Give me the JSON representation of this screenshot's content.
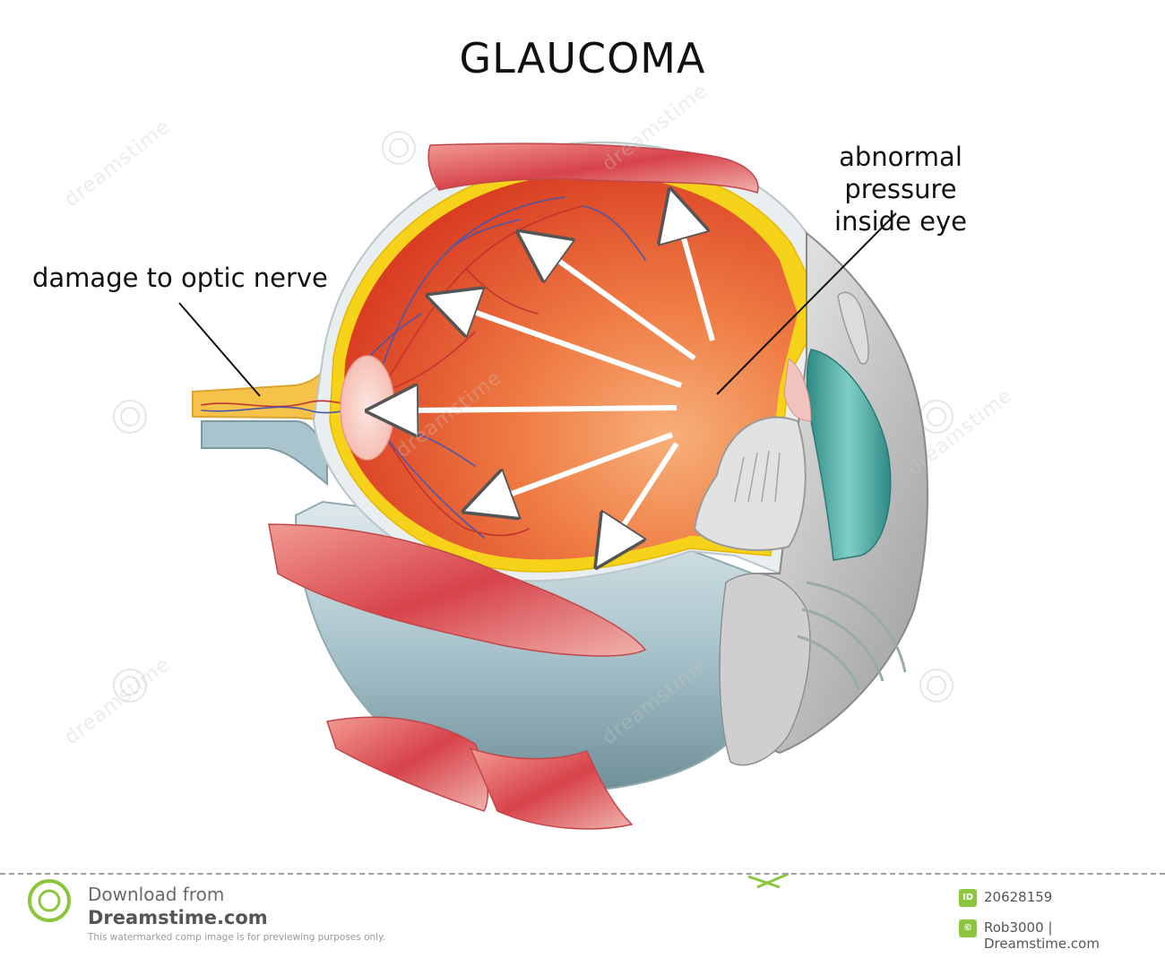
{
  "title": "GLAUCOMA",
  "labels": {
    "optic_nerve": "damage to optic nerve",
    "pressure_line1": "abnormal pressure",
    "pressure_line2": "inside eye"
  },
  "watermark": {
    "text": "dreamstime",
    "footer_download": "Download from",
    "footer_brand": "Dreamstime.com",
    "footer_note": "This watermarked comp image is for previewing purposes only.",
    "id_badge": "ID",
    "image_id": "20628159",
    "author_badge": "©",
    "author": "Rob3000 | Dreamstime.com"
  },
  "colors": {
    "vitreous": "#e8512a",
    "retina": "#f6d21a",
    "sclera": "#a9c4cc",
    "muscle": "#d7434a",
    "ciliary": "#4aa9a0",
    "arrow": "#ffffff",
    "vessel_red": "#c0332e",
    "vessel_blue": "#4a57a8"
  }
}
